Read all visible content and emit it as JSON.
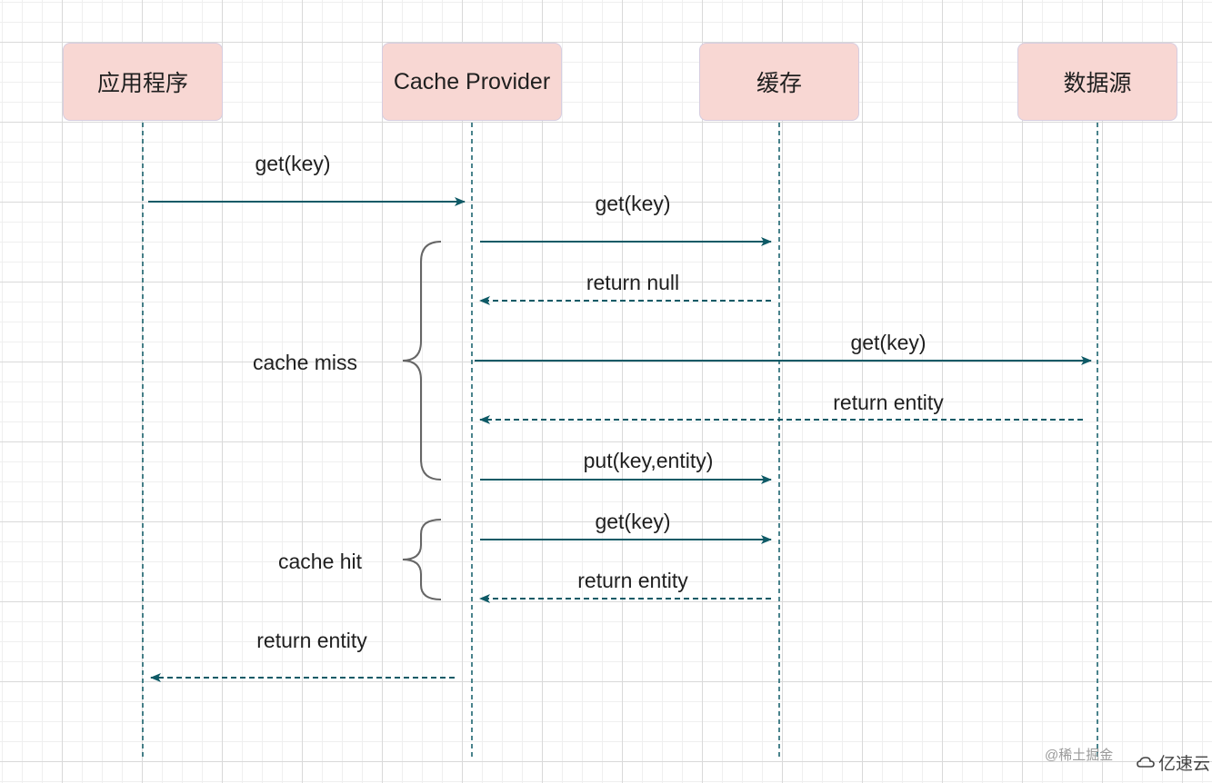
{
  "participants": {
    "app": "应用程序",
    "provider": "Cache Provider",
    "cache": "缓存",
    "datasource": "数据源"
  },
  "messages": {
    "m1": "get(key)",
    "m2": "get(key)",
    "m3": "return null",
    "m4": "get(key)",
    "m5": "return entity",
    "m6": "put(key,entity)",
    "m7": "get(key)",
    "m8": "return entity",
    "m9": "return entity"
  },
  "groups": {
    "miss": "cache miss",
    "hit": "cache hit"
  },
  "watermark": {
    "author": "@稀土掘金",
    "brand": "亿速云"
  },
  "colors": {
    "lifeline": "#0e5a66",
    "arrow": "#0e5a66",
    "brace": "#666666",
    "participant_fill": "#f8d7d3"
  }
}
